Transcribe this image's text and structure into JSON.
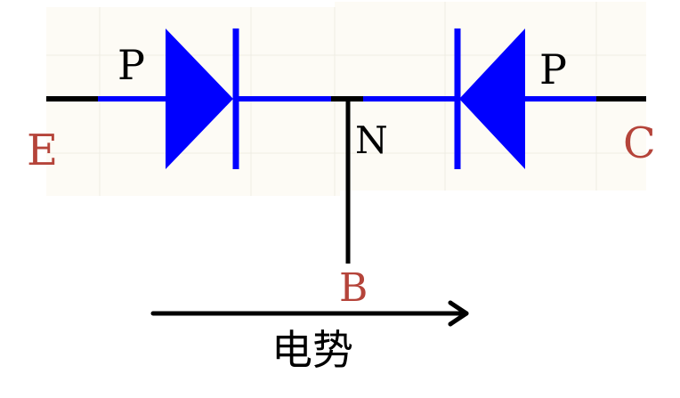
{
  "diagram": {
    "labels": {
      "emitter": "E",
      "collector": "C",
      "base": "B",
      "left_region": "P",
      "right_region": "P",
      "middle_region": "N"
    },
    "arrow_caption": "电势",
    "colors": {
      "wire": "#000000",
      "diode": "#0000ff",
      "terminal_label": "#b5443a",
      "region_label": "#000000",
      "grid_background": "#fdfbf5",
      "grid_line": "#efece3"
    }
  }
}
